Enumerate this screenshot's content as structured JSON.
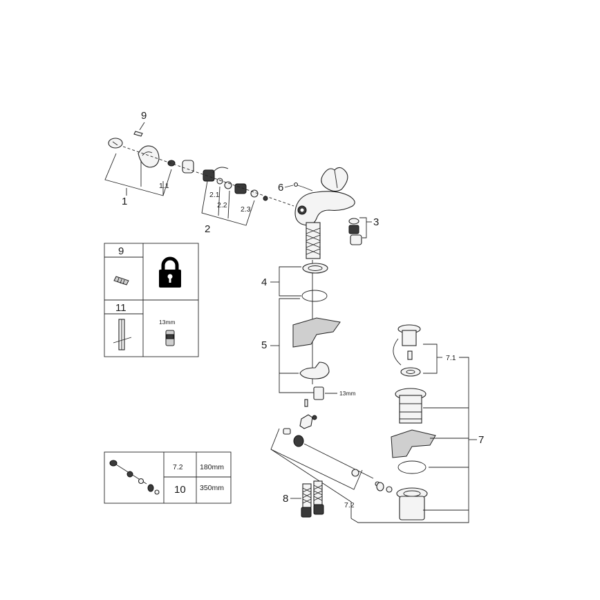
{
  "callouts": {
    "c1": "1",
    "c1_1": "1.1",
    "c2": "2",
    "c2_1": "2.1",
    "c2_2": "2.2",
    "c2_3": "2.3",
    "c3": "3",
    "c4": "4",
    "c5": "5",
    "c6": "6",
    "c7": "7",
    "c7_1": "7.1",
    "c7_2": "7.2",
    "c8": "8",
    "c9": "9",
    "wrench_size": "13mm"
  },
  "legend_tools": {
    "cell_9": "9",
    "cell_11": "11",
    "socket_size": "13mm"
  },
  "legend_lengths": {
    "rows": [
      {
        "part": "7.2",
        "length": "180mm"
      },
      {
        "part": "10",
        "length": "350mm"
      }
    ]
  },
  "colors": {
    "line": "#222222",
    "background": "#ffffff"
  }
}
